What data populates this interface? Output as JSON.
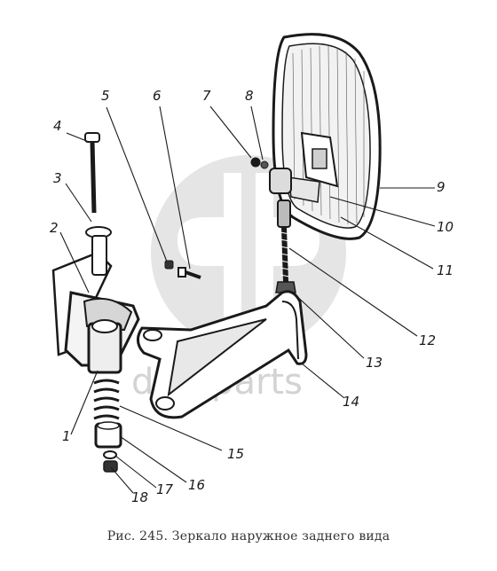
{
  "caption": "Рис. 245. Зеркало наружное заднего вида",
  "watermark": "dotaparts",
  "colors": {
    "ink": "#1a1a1a",
    "watermark": "#d3d3d3",
    "paper": "#ffffff"
  },
  "callouts": [
    "1",
    "2",
    "3",
    "4",
    "5",
    "6",
    "7",
    "8",
    "9",
    "10",
    "11",
    "12",
    "13",
    "14",
    "15",
    "16",
    "17",
    "18"
  ]
}
